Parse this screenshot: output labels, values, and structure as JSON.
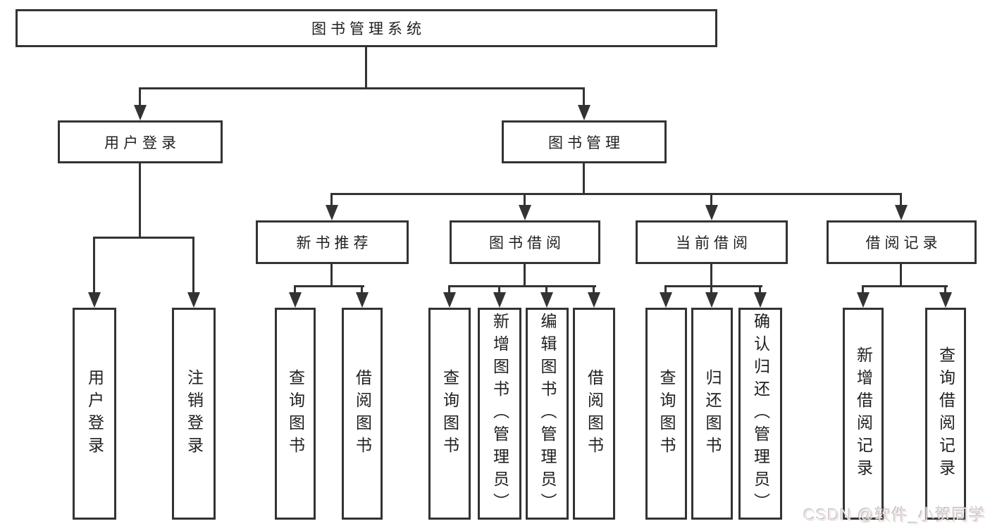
{
  "tree": {
    "label": "图书管理系统",
    "children": [
      {
        "label": "用户登录",
        "children": [
          {
            "label": "用户登录"
          },
          {
            "label": "注销登录"
          }
        ]
      },
      {
        "label": "图书管理",
        "children": [
          {
            "label": "新书推荐",
            "children": [
              {
                "label": "查询图书"
              },
              {
                "label": "借阅图书"
              }
            ]
          },
          {
            "label": "图书借阅",
            "children": [
              {
                "label": "查询图书"
              },
              {
                "label": "新增图书（管理员）"
              },
              {
                "label": "编辑图书（管理员）"
              },
              {
                "label": "借阅图书"
              }
            ]
          },
          {
            "label": "当前借阅",
            "children": [
              {
                "label": "查询图书"
              },
              {
                "label": "归还图书"
              },
              {
                "label": "确认归还（管理员）"
              }
            ]
          },
          {
            "label": "借阅记录",
            "children": [
              {
                "label": "新增借阅记录"
              },
              {
                "label": "查询借阅记录"
              }
            ]
          }
        ]
      }
    ]
  },
  "watermark": {
    "text": "CSDN @软件_小贺同学"
  },
  "colors": {
    "line": "#333333",
    "text": "#1f1f1f",
    "background": "#ffffff",
    "watermark": "#ebe9e9"
  }
}
